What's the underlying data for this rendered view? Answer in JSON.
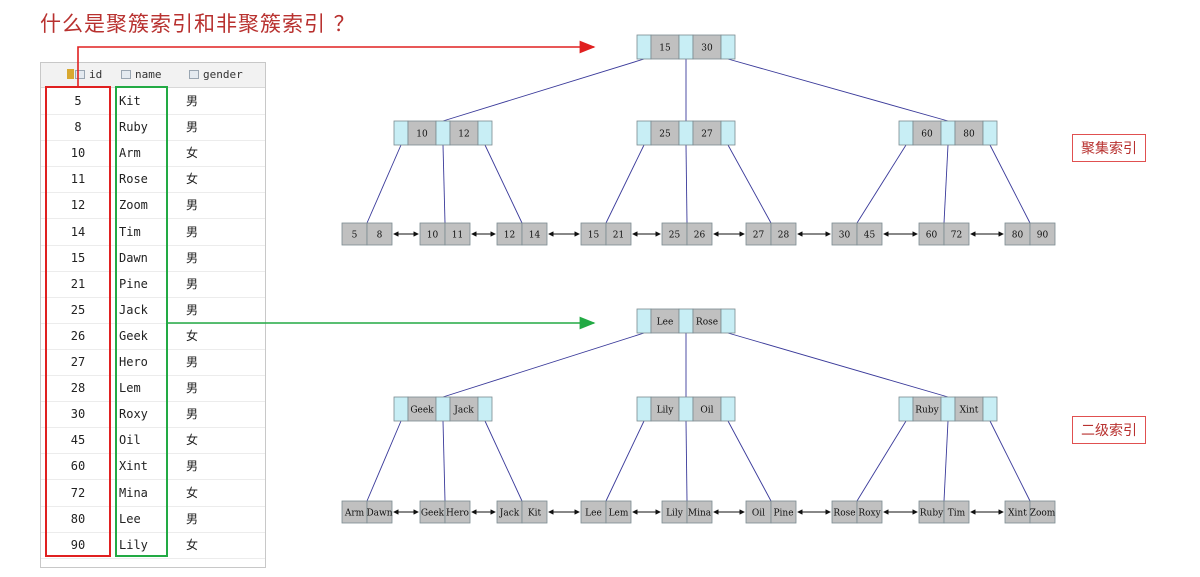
{
  "title": "什么是聚簇索引和非聚簇索引 ？",
  "table": {
    "columns": [
      "id",
      "name",
      "gender"
    ],
    "rows": [
      [
        "5",
        "Kit",
        "男"
      ],
      [
        "8",
        "Ruby",
        "男"
      ],
      [
        "10",
        "Arm",
        "女"
      ],
      [
        "11",
        "Rose",
        "女"
      ],
      [
        "12",
        "Zoom",
        "男"
      ],
      [
        "14",
        "Tim",
        "男"
      ],
      [
        "15",
        "Dawn",
        "男"
      ],
      [
        "21",
        "Pine",
        "男"
      ],
      [
        "25",
        "Jack",
        "男"
      ],
      [
        "26",
        "Geek",
        "女"
      ],
      [
        "27",
        "Hero",
        "男"
      ],
      [
        "28",
        "Lem",
        "男"
      ],
      [
        "30",
        "Roxy",
        "男"
      ],
      [
        "45",
        "Oil",
        "女"
      ],
      [
        "60",
        "Xint",
        "男"
      ],
      [
        "72",
        "Mina",
        "女"
      ],
      [
        "80",
        "Lee",
        "男"
      ],
      [
        "90",
        "Lily",
        "女"
      ]
    ]
  },
  "clustered": {
    "label": "聚集索引",
    "root": [
      "15",
      "30"
    ],
    "internal": [
      [
        "10",
        "12"
      ],
      [
        "25",
        "27"
      ],
      [
        "60",
        "80"
      ]
    ],
    "leaves": [
      [
        "5",
        "8"
      ],
      [
        "10",
        "11"
      ],
      [
        "12",
        "14"
      ],
      [
        "15",
        "21"
      ],
      [
        "25",
        "26"
      ],
      [
        "27",
        "28"
      ],
      [
        "30",
        "45"
      ],
      [
        "60",
        "72"
      ],
      [
        "80",
        "90"
      ]
    ]
  },
  "secondary": {
    "label": "二级索引",
    "root": [
      "Lee",
      "Rose"
    ],
    "internal": [
      [
        "Geek",
        "Jack"
      ],
      [
        "Lily",
        "Oil"
      ],
      [
        "Ruby",
        "Xint"
      ]
    ],
    "leaves": [
      [
        "Arm",
        "Dawn"
      ],
      [
        "Geek",
        "Hero"
      ],
      [
        "Jack",
        "Kit"
      ],
      [
        "Lee",
        "Lem"
      ],
      [
        "Lily",
        "Mina"
      ],
      [
        "Oil",
        "Pine"
      ],
      [
        "Rose",
        "Roxy"
      ],
      [
        "Ruby",
        "Tim"
      ],
      [
        "Xint",
        "Zoom"
      ]
    ]
  },
  "colors": {
    "key_fill": "#c0c0c0",
    "pointer_fill": "#c8eef5",
    "edge": "#3a3a9a",
    "red": "#e02020",
    "green": "#22aa44"
  }
}
